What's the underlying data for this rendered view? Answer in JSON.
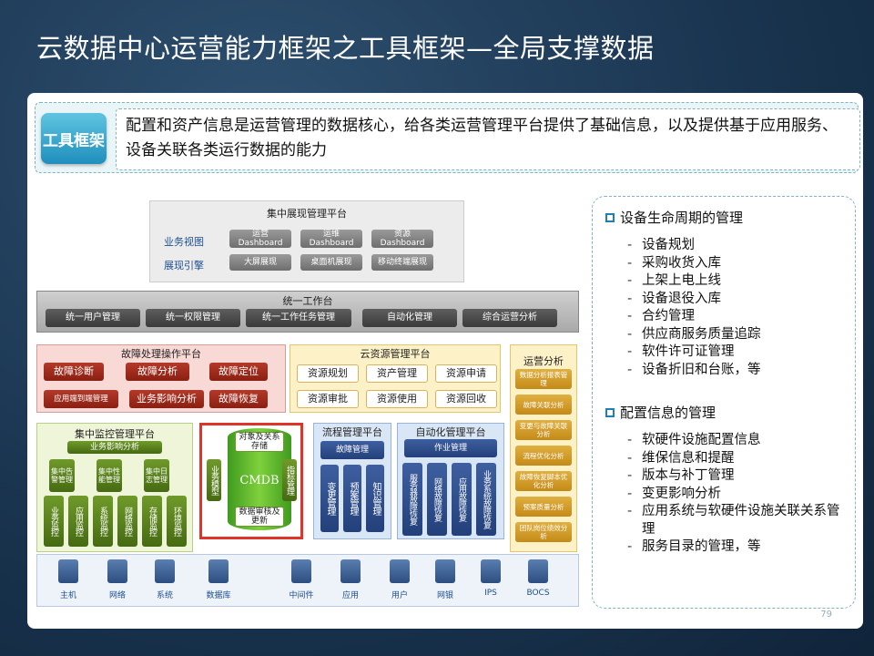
{
  "title": "云数据中心运营能力框架之工具框架—全局支撑数据",
  "page_number": "79",
  "header": {
    "badge": "工具框架",
    "text": "配置和资产信息是运营管理的数据核心，给各类运营管理平台提供了基础信息，以及提供基于应用服务、设备关联各类运行数据的能力"
  },
  "right_panel": {
    "section1": {
      "title": "设备生命周期的管理",
      "items": [
        "设备规划",
        "采购收货入库",
        "上架上电上线",
        "设备退役入库",
        "合约管理",
        "供应商服务质量追踪",
        "软件许可证管理",
        "设备折旧和台账，等"
      ]
    },
    "section2": {
      "title": "配置信息的管理",
      "items": [
        "软硬件设施配置信息",
        "维保信息和提醒",
        "版本与补丁管理",
        "变更影响分析",
        "应用系统与软硬件设施关联关系管理",
        "服务目录的管理，等"
      ]
    }
  },
  "diagram": {
    "display": {
      "title": "集中展现管理平台",
      "row1_label": "业务视图",
      "row2_label": "展现引擎",
      "views": [
        "运营\nDashboard",
        "运维\nDashboard",
        "资源\nDashboard"
      ],
      "engines": [
        "大屏展现",
        "桌面机展现",
        "移动终端展现"
      ]
    },
    "workbench": {
      "title": "统一工作台",
      "items": [
        "统一用户管理",
        "统一权限管理",
        "统一工作任务管理",
        "自动化管理",
        "综合运营分析"
      ]
    },
    "fault": {
      "title": "故障处理操作平台",
      "items": [
        "故障诊断",
        "故障分析",
        "故障定位",
        "应用端到端管理",
        "业务影响分析",
        "故障恢复"
      ]
    },
    "cloud": {
      "title": "云资源管理平台",
      "items": [
        "资源规划",
        "资产管理",
        "资源申请",
        "资源审批",
        "资源使用",
        "资源回收"
      ]
    },
    "ops": {
      "title": "运营分析",
      "items": [
        "数据分析报表管理",
        "故障关联分析",
        "变更与故障关联分析",
        "流程优化分析",
        "故障恢复脚本优化分析",
        "预案质量分析",
        "团队岗位绩效分析"
      ]
    },
    "monitor": {
      "title": "集中监控管理平台",
      "sub": "业务影响分析",
      "top": [
        "集中告警管理",
        "集中性能管理",
        "集中日志管理"
      ],
      "bottom": [
        "业务监控",
        "应用监控",
        "系统监控",
        "网络监控",
        "存储监控",
        "环境监控"
      ]
    },
    "cmdb": {
      "top": "对象及关系存储",
      "center": "CMDB",
      "bottom": "数据审核及更新",
      "left": "业务模型",
      "right": "指标管理"
    },
    "process": {
      "title": "流程管理平台",
      "header": "故障管理",
      "items": [
        "变更管理",
        "预案管理",
        "知识管理"
      ]
    },
    "automation": {
      "title": "自动化管理平台",
      "header": "作业管理",
      "items": [
        "服务器故障恢复",
        "网络故障恢复",
        "应用故障恢复",
        "业务系统故障恢复"
      ]
    },
    "devices": [
      "主机",
      "网络",
      "系统",
      "数据库",
      "中间件",
      "应用",
      "用户",
      "网银",
      "IPS",
      "BOCS"
    ]
  },
  "colors": {
    "accent": "#1f8fbd",
    "fault_bg": "#f8d9d6",
    "cloud_bg": "#fdf1c8",
    "monitor_bg": "#eef5d9",
    "process_bg": "#d9e6f5"
  }
}
